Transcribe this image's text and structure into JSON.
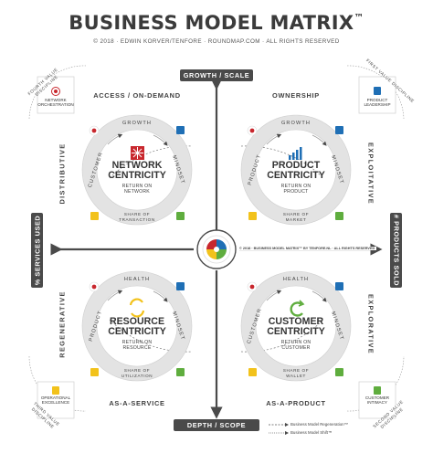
{
  "header": {
    "title": "BUSINESS MODEL MATRIX",
    "trademark": "™",
    "subtitle": "© 2018 · EDWIN KORVER/TENFORE · ROUNDMAP.COM · ALL RIGHTS RESERVED"
  },
  "axes": {
    "top": "GROWTH / SCALE",
    "bottom": "DEPTH / SCOPE",
    "left": "% SERVICES USED",
    "right": "# PRODUCTS SOLD"
  },
  "quadrant_labels": {
    "top_left": "ACCESS / ON-DEMAND",
    "top_right": "OWNERSHIP",
    "bottom_left": "AS-A-SERVICE",
    "bottom_right": "AS-A-PRODUCT"
  },
  "side_labels": {
    "left_top": "DISTRIBUTIVE",
    "left_bottom": "REGENERATIVE",
    "right_top": "EXPLOITATIVE",
    "right_bottom": "EXPLORATIVE"
  },
  "corners": {
    "top_left": {
      "arc": "FOURTH VALUE DISCIPLINE",
      "label": "NETWORK ORCHESTRATION"
    },
    "top_right": {
      "arc": "FIRST VALUE DISCIPLINE",
      "label": "PRODUCT LEADERSHIP"
    },
    "bottom_left": {
      "arc": "THIRD VALUE DISCIPLINE",
      "label": "OPERATIONAL EXCELLENCE"
    },
    "bottom_right": {
      "arc": "SECOND VALUE DISCIPLINE",
      "label": "CUSTOMER INTIMACY"
    }
  },
  "centricities": {
    "network": {
      "line1": "NETWORK",
      "line2": "CENTRICITY",
      "return1": "RETURN ON",
      "return2": "NETWORK",
      "top": "GROWTH",
      "left": "CUSTOMER",
      "right": "MINDSET",
      "bottom1": "SHARE OF",
      "bottom2": "TRANSACTION"
    },
    "product": {
      "line1": "PRODUCT",
      "line2": "CENTRICITY",
      "return1": "RETURN ON",
      "return2": "PRODUCT",
      "top": "GROWTH",
      "left": "PRODUCT",
      "right": "MINDSET",
      "bottom1": "SHARE OF",
      "bottom2": "MARKET"
    },
    "resource": {
      "line1": "RESOURCE",
      "line2": "CENTRICITY",
      "return1": "RETURN ON",
      "return2": "RESOURCE",
      "top": "HEALTH",
      "left": "PRODUCT",
      "right": "MINDSET",
      "bottom1": "SHARE OF",
      "bottom2": "UTILIZATION"
    },
    "customer": {
      "line1": "CUSTOMER",
      "line2": "CENTRICITY",
      "return1": "RETURN ON",
      "return2": "CUSTOMER",
      "top": "HEALTH",
      "left": "CUSTOMER",
      "right": "MINDSET",
      "bottom1": "SHARE OF",
      "bottom2": "WALLET"
    }
  },
  "center": {
    "copyright": "© 2018 · BUSINESS MODEL MATRIX™ BY TENFORE.NL · ALL RIGHTS RESERVED"
  },
  "legend": {
    "item1": "Business Model Regeneration™",
    "item2": "Business Model Shift™"
  },
  "colors": {
    "dark": "#4a4a4a",
    "red": "#c8272d",
    "blue": "#1f6fb5",
    "yellow": "#f2c21b",
    "green": "#5fad3e",
    "ring": "#e6e6e6"
  }
}
